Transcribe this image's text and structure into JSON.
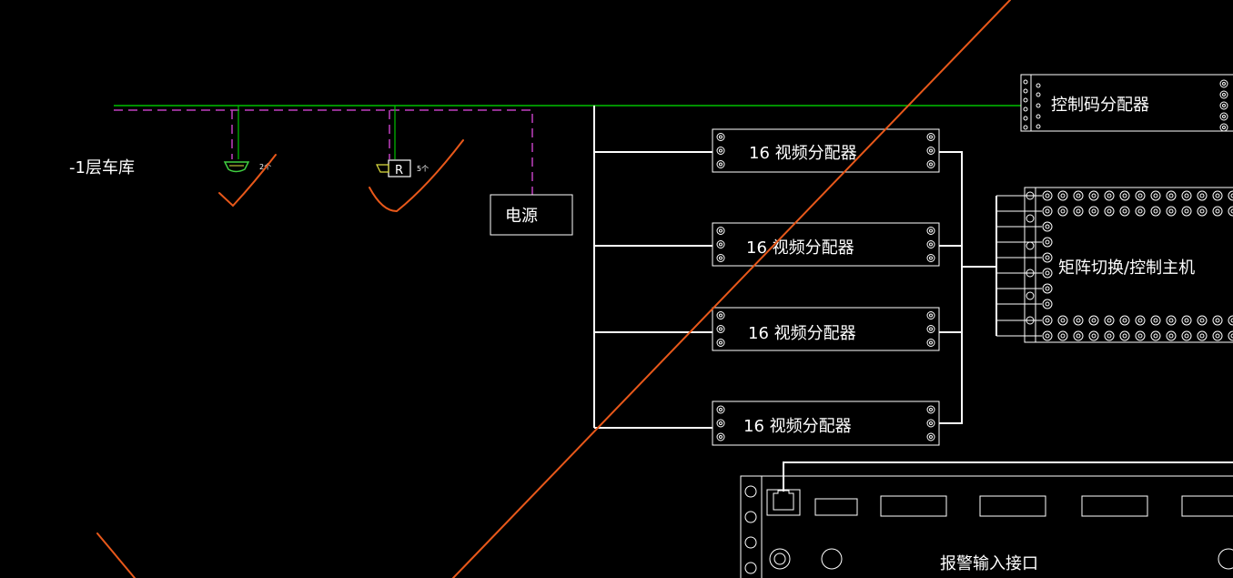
{
  "labels": {
    "floor": "-1层车库",
    "camera1_count": "2个",
    "camera2_count": "5个",
    "camera2_mark": "R",
    "power": "电源",
    "control_code_distributor": "控制码分配器",
    "video_distributor_1": "16 视频分配器",
    "video_distributor_2": "16 视频分配器",
    "video_distributor_3": "16 视频分配器",
    "video_distributor_4": "16 视频分配器",
    "matrix_host": "矩阵切换/控制主机",
    "alarm_input": "报警输入接口"
  },
  "colors": {
    "background": "#000000",
    "bus_line": "#00c000",
    "dashed_line": "#c040c0",
    "wire": "#ffffff",
    "markup": "#e8581a",
    "camera_green": "#40d040",
    "camera_yellow": "#e0e040"
  }
}
